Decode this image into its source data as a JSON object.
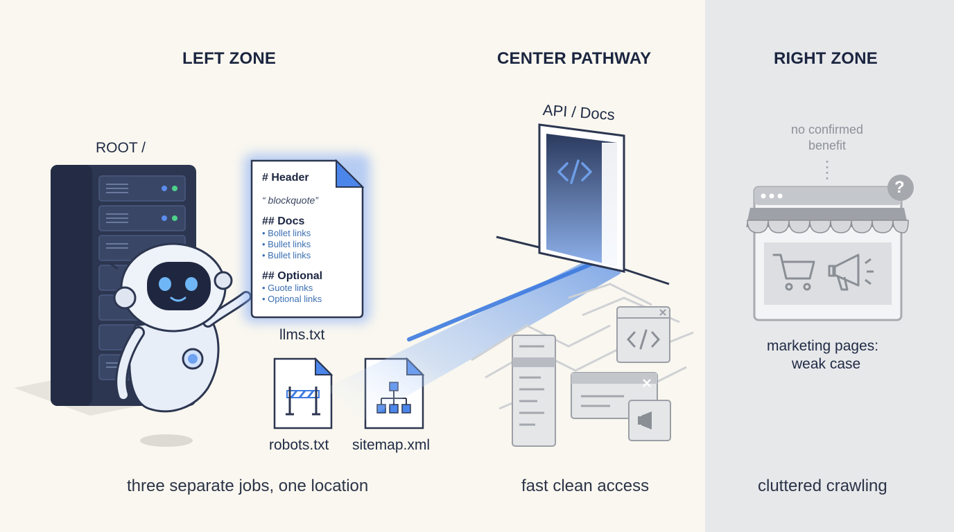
{
  "zones": {
    "left_title": "LEFT ZONE",
    "center_title": "CENTER PATHWAY",
    "right_title": "RIGHT ZONE"
  },
  "left": {
    "root_label": "ROOT /",
    "llms_doc": {
      "header": "# Header",
      "quote": "“ blockquote”",
      "docs_heading": "## Docs",
      "docs_items": [
        "• Bollet links",
        "• Bullet links",
        "• Bullet links"
      ],
      "optional_heading": "## Optional",
      "optional_items": [
        "• Guote links",
        "• Optional links"
      ]
    },
    "llms_label": "llms.txt",
    "robots_label": "robots.txt",
    "sitemap_label": "sitemap.xml",
    "caption": "three separate jobs, one location"
  },
  "center": {
    "door_label": "API / Docs",
    "caption": "fast clean access"
  },
  "right": {
    "note_line1": "no confirmed",
    "note_line2": "benefit",
    "store_label_line1": "marketing pages:",
    "store_label_line2": "weak case",
    "caption": "cluttered crawling"
  },
  "colors": {
    "accent_blue": "#3d7be0",
    "navy": "#2c3650",
    "right_bg": "#e7e8ea",
    "left_bg": "#f9f7ef"
  },
  "icons": [
    "server-rack-icon",
    "robot-icon",
    "document-icon",
    "barrier-icon",
    "sitemap-icon",
    "code-icon",
    "shopping-cart-icon",
    "megaphone-icon",
    "question-icon",
    "close-icon"
  ]
}
